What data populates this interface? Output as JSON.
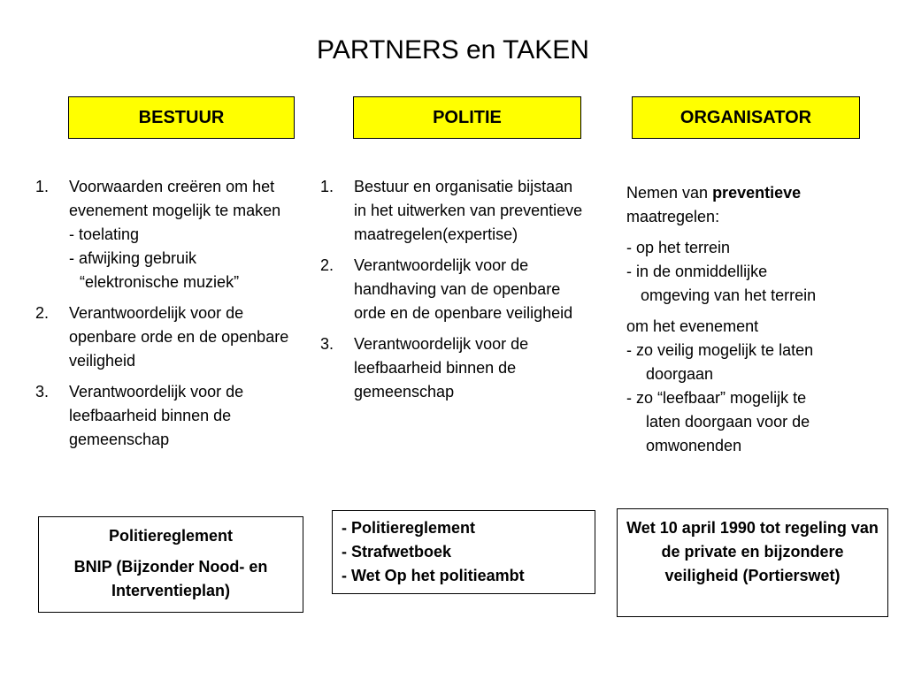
{
  "title": "PARTNERS en TAKEN",
  "columns": {
    "bestuur": {
      "header": "BESTUUR",
      "items": [
        {
          "num": "1.",
          "text": "Voorwaarden creëren om het evenement mogelijk te maken",
          "sub1": "- toelating",
          "sub2": "- afwijking gebruik",
          "sub3": "“elektronische muziek”"
        },
        {
          "num": "2.",
          "text": "Verantwoordelijk voor de openbare orde en de openbare veiligheid"
        },
        {
          "num": "3.",
          "text": "Verantwoordelijk voor de leefbaarheid binnen de gemeenschap"
        }
      ],
      "box": {
        "line1": "Politiereglement",
        "line2": "BNIP (Bijzonder Nood- en Interventieplan)"
      }
    },
    "politie": {
      "header": "POLITIE",
      "items": [
        {
          "num": "1.",
          "text": "Bestuur en organisatie bijstaan in het uitwerken van preventieve maatregelen(expertise)"
        },
        {
          "num": "2.",
          "text": "Verantwoordelijk voor de handhaving van de openbare orde en de openbare veiligheid"
        },
        {
          "num": "3.",
          "text": "Verantwoordelijk voor de leefbaarheid binnen de gemeenschap"
        }
      ],
      "box": {
        "line1": "- Politiereglement",
        "line2": "- Strafwetboek",
        "line3": "- Wet Op het politieambt"
      }
    },
    "organisator": {
      "header": "ORGANISATOR",
      "intro_pre": "Nemen van ",
      "intro_bold": "preventieve",
      "intro_post": "maatregelen:",
      "loc1": "- op het terrein",
      "loc2": "- in de onmiddellijke",
      "loc3": "omgeving van het terrein",
      "goal_intro": "om het evenement",
      "goal1a": "- zo veilig mogelijk te laten",
      "goal1b": "doorgaan",
      "goal2a": "- zo “leefbaar” mogelijk te",
      "goal2b": "laten doorgaan voor de",
      "goal2c": "omwonenden",
      "box": "Wet 10 april 1990 tot regeling van de private en bijzondere veiligheid (Portierswet)"
    }
  }
}
